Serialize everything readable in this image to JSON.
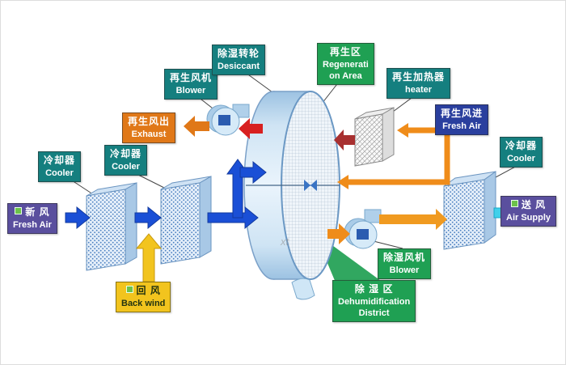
{
  "watermark": "xt",
  "labels": {
    "fresh_air_in": {
      "zh": "新 风",
      "en": "Fresh Air"
    },
    "cooler1": {
      "zh": "冷却器",
      "en": "Cooler"
    },
    "cooler2": {
      "zh": "冷却器",
      "en": "Cooler"
    },
    "back_wind": {
      "zh": "回 风",
      "en": "Back wind"
    },
    "regen_blower": {
      "zh": "再生风机",
      "en": "Blower"
    },
    "exhaust": {
      "zh": "再生风出",
      "en": "Exhaust"
    },
    "desiccant": {
      "zh": "除湿转轮",
      "en": "Desiccant"
    },
    "regen_area": {
      "zh": "再生区",
      "en_line1": "Regenerati",
      "en_line2": "on Area"
    },
    "heater": {
      "zh": "再生加热器",
      "en": "heater"
    },
    "regen_fresh_air": {
      "zh": "再生风进",
      "en": "Fresh Air"
    },
    "cooler3": {
      "zh": "冷却器",
      "en": "Cooler"
    },
    "air_supply": {
      "zh": "送 风",
      "en": "Air Supply"
    },
    "dehumid_blower": {
      "zh": "除湿风机",
      "en": "Blower"
    },
    "dehumid_district": {
      "zh": "除 湿 区",
      "en_line1": "Dehumidification",
      "en_line2": "District"
    }
  },
  "colors": {
    "teal_label": "#157f7f",
    "purple_label": "#5a4f9e",
    "orange_label": "#e07818",
    "yellow_label": "#f2c41e",
    "green_label": "#1fa053",
    "blue_label": "#2a3f9e",
    "blue_arrow": "#1a4fd6",
    "yellow_arrow": "#f2c41e",
    "orange_arrow": "#ef8c1a",
    "red_arrow": "#d82020",
    "dark_red_arrow": "#a83030",
    "cyan_arrow": "#40d0ea"
  }
}
